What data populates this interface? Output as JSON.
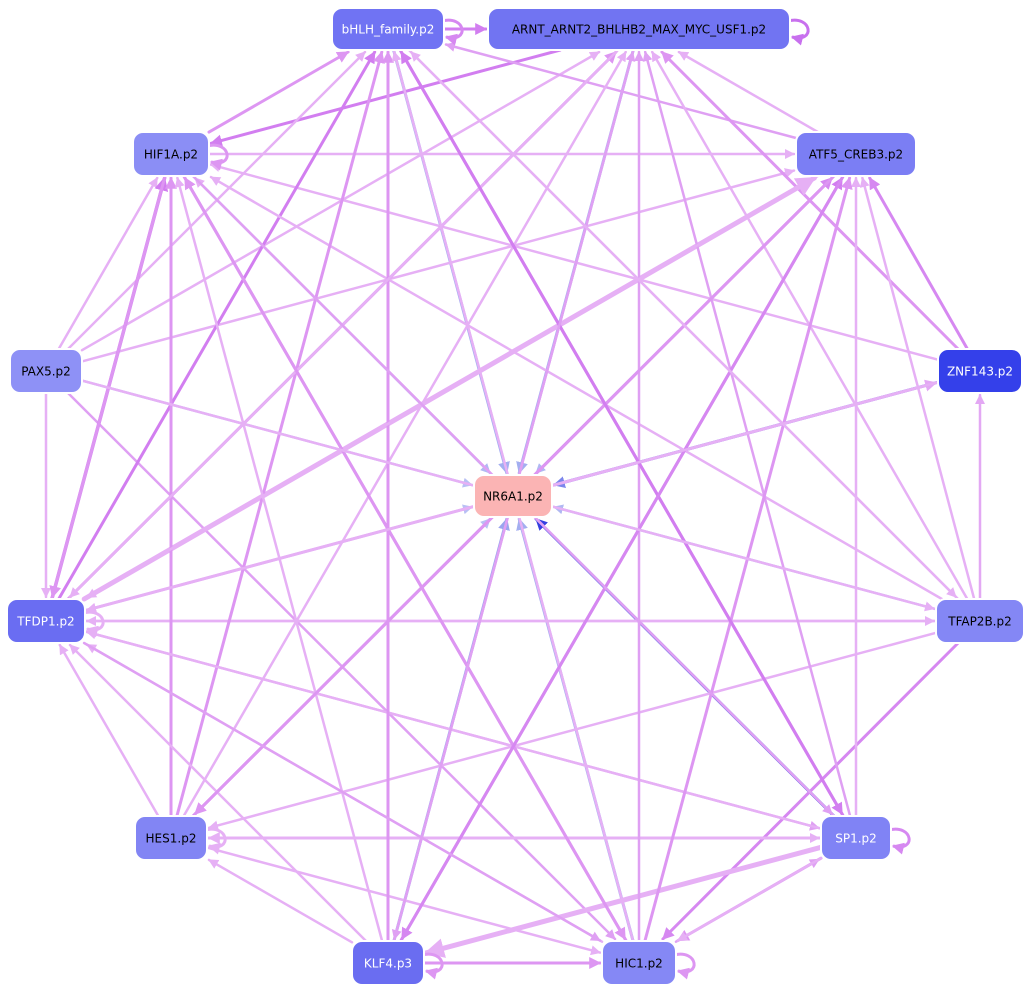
{
  "nodes": [
    {
      "id": "bhlh",
      "label": "bHLH_family.p2",
      "color": "#7073f3",
      "text": "#ffffff"
    },
    {
      "id": "arnt",
      "label": "ARNT_ARNT2_BHLHB2_MAX_MYC_USF1.p2",
      "color": "#7174f2",
      "text": "#000000"
    },
    {
      "id": "hif1a",
      "label": "HIF1A.p2",
      "color": "#8b8ef5",
      "text": "#000000"
    },
    {
      "id": "atf5",
      "label": "ATF5_CREB3.p2",
      "color": "#7b7ef4",
      "text": "#000000"
    },
    {
      "id": "pax5",
      "label": "PAX5.p2",
      "color": "#8e91f6",
      "text": "#000000"
    },
    {
      "id": "znf143",
      "label": "ZNF143.p2",
      "color": "#3440ea",
      "text": "#ffffff"
    },
    {
      "id": "nr6a1",
      "label": "NR6A1.p2",
      "color": "#fbb4b4",
      "text": "#000000"
    },
    {
      "id": "tfdp1",
      "label": "TFDP1.p2",
      "color": "#6a6df2",
      "text": "#ffffff"
    },
    {
      "id": "tfap2b",
      "label": "TFAP2B.p2",
      "color": "#8487f5",
      "text": "#000000"
    },
    {
      "id": "hes1",
      "label": "HES1.p2",
      "color": "#8285f4",
      "text": "#000000"
    },
    {
      "id": "sp1",
      "label": "SP1.p2",
      "color": "#8083f5",
      "text": "#ffffff"
    },
    {
      "id": "klf4",
      "label": "KLF4.p3",
      "color": "#6a6df1",
      "text": "#ffffff"
    },
    {
      "id": "hic1",
      "label": "HIC1.p2",
      "color": "#8588f5",
      "text": "#000000"
    }
  ],
  "edges": [
    {
      "s": "znf143",
      "t": "nr6a1",
      "c": "#7c86ec",
      "w": 3
    },
    {
      "s": "sp1",
      "t": "nr6a1",
      "c": "#3440e0",
      "w": 3
    },
    {
      "s": "pax5",
      "t": "nr6a1",
      "c": "#b8c0f4",
      "w": 2.5
    },
    {
      "s": "hif1a",
      "t": "nr6a1",
      "c": "#b0b8f2",
      "w": 2.5
    },
    {
      "s": "bhlh",
      "t": "nr6a1",
      "c": "#a3aef0",
      "w": 3
    },
    {
      "s": "arnt",
      "t": "nr6a1",
      "c": "#a3aef0",
      "w": 3
    },
    {
      "s": "atf5",
      "t": "nr6a1",
      "c": "#b0b8f2",
      "w": 2.5
    },
    {
      "s": "tfap2b",
      "t": "nr6a1",
      "c": "#b0b8f2",
      "w": 2.5
    },
    {
      "s": "tfdp1",
      "t": "nr6a1",
      "c": "#b8c0f4",
      "w": 2.5
    },
    {
      "s": "hes1",
      "t": "nr6a1",
      "c": "#b8c0f4",
      "w": 2.5
    },
    {
      "s": "klf4",
      "t": "nr6a1",
      "c": "#9aa5ee",
      "w": 3
    },
    {
      "s": "hic1",
      "t": "nr6a1",
      "c": "#a3aef0",
      "w": 3
    },
    {
      "s": "bhlh",
      "t": "arnt",
      "c": "#d27ef0",
      "w": 3
    },
    {
      "s": "arnt",
      "t": "hif1a",
      "c": "#d27ef0",
      "w": 3
    },
    {
      "s": "hif1a",
      "t": "bhlh",
      "c": "#dd96f2",
      "w": 3
    },
    {
      "s": "hif1a",
      "t": "atf5",
      "c": "#e6b0f5",
      "w": 2.5
    },
    {
      "s": "pax5",
      "t": "bhlh",
      "c": "#e6b0f5",
      "w": 2.5
    },
    {
      "s": "pax5",
      "t": "arnt",
      "c": "#e6b0f5",
      "w": 2.5
    },
    {
      "s": "pax5",
      "t": "atf5",
      "c": "#e6b0f5",
      "w": 2.5
    },
    {
      "s": "pax5",
      "t": "hif1a",
      "c": "#e6b0f5",
      "w": 2.5
    },
    {
      "s": "pax5",
      "t": "tfdp1",
      "c": "#e6b0f5",
      "w": 2.5
    },
    {
      "s": "pax5",
      "t": "hic1",
      "c": "#dfa0f3",
      "w": 2.5
    },
    {
      "s": "atf5",
      "t": "bhlh",
      "c": "#dfa0f3",
      "w": 2.5
    },
    {
      "s": "atf5",
      "t": "arnt",
      "c": "#e6b0f5",
      "w": 2.5
    },
    {
      "s": "znf143",
      "t": "atf5",
      "c": "#d688f1",
      "w": 3
    },
    {
      "s": "znf143",
      "t": "arnt",
      "c": "#dd96f2",
      "w": 3
    },
    {
      "s": "znf143",
      "t": "hif1a",
      "c": "#e6b0f5",
      "w": 2.5
    },
    {
      "s": "tfdp1",
      "t": "bhlh",
      "c": "#d27ef0",
      "w": 3
    },
    {
      "s": "tfdp1",
      "t": "hif1a",
      "c": "#d27ef0",
      "w": 3.5
    },
    {
      "s": "tfdp1",
      "t": "arnt",
      "c": "#dd96f2",
      "w": 3
    },
    {
      "s": "tfdp1",
      "t": "atf5",
      "c": "#e6b0f5",
      "w": 5
    },
    {
      "s": "tfdp1",
      "t": "znf143",
      "c": "#e3a8f4",
      "w": 3
    },
    {
      "s": "tfdp1",
      "t": "tfap2b",
      "c": "#e6b0f5",
      "w": 2.5
    },
    {
      "s": "tfdp1",
      "t": "sp1",
      "c": "#dfa0f3",
      "w": 2.5
    },
    {
      "s": "tfap2b",
      "t": "atf5",
      "c": "#e6b0f5",
      "w": 2.5
    },
    {
      "s": "tfap2b",
      "t": "znf143",
      "c": "#e3a8f4",
      "w": 2.5
    },
    {
      "s": "tfap2b",
      "t": "arnt",
      "c": "#e6b0f5",
      "w": 2.5
    },
    {
      "s": "tfap2b",
      "t": "hif1a",
      "c": "#e6b0f5",
      "w": 2.5
    },
    {
      "s": "tfap2b",
      "t": "tfdp1",
      "c": "#e6b0f5",
      "w": 2.5
    },
    {
      "s": "tfap2b",
      "t": "hic1",
      "c": "#d688f1",
      "w": 3
    },
    {
      "s": "tfap2b",
      "t": "hes1",
      "c": "#e6b0f5",
      "w": 2.5
    },
    {
      "s": "hes1",
      "t": "hif1a",
      "c": "#dd96f2",
      "w": 3
    },
    {
      "s": "hes1",
      "t": "bhlh",
      "c": "#dd96f2",
      "w": 3
    },
    {
      "s": "hes1",
      "t": "arnt",
      "c": "#e6b0f5",
      "w": 2.5
    },
    {
      "s": "hes1",
      "t": "atf5",
      "c": "#d688f1",
      "w": 3
    },
    {
      "s": "hes1",
      "t": "tfdp1",
      "c": "#e6b0f5",
      "w": 2.5
    },
    {
      "s": "hes1",
      "t": "sp1",
      "c": "#e6b0f5",
      "w": 2.5
    },
    {
      "s": "hes1",
      "t": "hic1",
      "c": "#e6b0f5",
      "w": 2.5
    },
    {
      "s": "sp1",
      "t": "atf5",
      "c": "#e6b0f5",
      "w": 2.5
    },
    {
      "s": "sp1",
      "t": "arnt",
      "c": "#dfa0f3",
      "w": 2.5
    },
    {
      "s": "sp1",
      "t": "bhlh",
      "c": "#d27ef0",
      "w": 3
    },
    {
      "s": "sp1",
      "t": "hif1a",
      "c": "#e6b0f5",
      "w": 2.5
    },
    {
      "s": "sp1",
      "t": "tfdp1",
      "c": "#e6b0f5",
      "w": 2.5
    },
    {
      "s": "sp1",
      "t": "hic1",
      "c": "#dd96f2",
      "w": 3
    },
    {
      "s": "sp1",
      "t": "klf4",
      "c": "#e6b0f5",
      "w": 5
    },
    {
      "s": "sp1",
      "t": "hes1",
      "c": "#e6b0f5",
      "w": 3
    },
    {
      "s": "klf4",
      "t": "tfdp1",
      "c": "#e6b0f5",
      "w": 2.5
    },
    {
      "s": "klf4",
      "t": "hif1a",
      "c": "#e6b0f5",
      "w": 2.5
    },
    {
      "s": "klf4",
      "t": "bhlh",
      "c": "#dd96f2",
      "w": 3
    },
    {
      "s": "klf4",
      "t": "arnt",
      "c": "#dfa0f3",
      "w": 2.5
    },
    {
      "s": "klf4",
      "t": "atf5",
      "c": "#d27ef0",
      "w": 3
    },
    {
      "s": "klf4",
      "t": "hic1",
      "c": "#dd96f2",
      "w": 3
    },
    {
      "s": "klf4",
      "t": "hes1",
      "c": "#e6b0f5",
      "w": 2.5
    },
    {
      "s": "hic1",
      "t": "tfdp1",
      "c": "#e6b0f5",
      "w": 2.5
    },
    {
      "s": "hic1",
      "t": "hif1a",
      "c": "#dd96f2",
      "w": 3
    },
    {
      "s": "hic1",
      "t": "bhlh",
      "c": "#e6b0f5",
      "w": 2.5
    },
    {
      "s": "hic1",
      "t": "arnt",
      "c": "#dfa0f3",
      "w": 2.5
    },
    {
      "s": "hic1",
      "t": "atf5",
      "c": "#dd96f2",
      "w": 3
    },
    {
      "s": "hic1",
      "t": "sp1",
      "c": "#dfa0f3",
      "w": 2.5
    },
    {
      "s": "atf5",
      "t": "tfdp1",
      "c": "#e6b0f5",
      "w": 2.5
    },
    {
      "s": "atf5",
      "t": "hes1",
      "c": "#dd96f2",
      "w": 3
    },
    {
      "s": "arnt",
      "t": "tfdp1",
      "c": "#e6b0f5",
      "w": 2.5
    },
    {
      "s": "bhlh",
      "t": "sp1",
      "c": "#d27ef0",
      "w": 3
    },
    {
      "s": "hif1a",
      "t": "hic1",
      "c": "#dd96f2",
      "w": 3
    },
    {
      "s": "hif1a",
      "t": "tfdp1",
      "c": "#dd96f2",
      "w": 3
    },
    {
      "s": "arnt",
      "t": "klf4",
      "c": "#dfa0f3",
      "w": 2.5
    },
    {
      "s": "atf5",
      "t": "klf4",
      "c": "#d688f1",
      "w": 3
    },
    {
      "s": "pax5",
      "t": "tfap2b",
      "c": "#e6b0f5",
      "w": 2.5
    },
    {
      "s": "znf143",
      "t": "tfdp1",
      "c": "#e6b0f5",
      "w": 2.5
    },
    {
      "s": "tfdp1",
      "t": "hic1",
      "c": "#dfa0f3",
      "w": 2.5
    },
    {
      "s": "bhlh",
      "t": "tfap2b",
      "c": "#e6b0f5",
      "w": 2.5
    },
    {
      "s": "hif1a",
      "t": "sp1",
      "c": "#dfa0f3",
      "w": 2.5
    },
    {
      "s": "tfap2b",
      "t": "bhlh",
      "c": "#e6b0f5",
      "w": 2.5
    },
    {
      "s": "sp1",
      "t": "hic1",
      "c": "#e6b0f5",
      "w": 2.5
    }
  ],
  "self_loops": [
    {
      "n": "bhlh",
      "c": "#d688f1",
      "side": "right"
    },
    {
      "n": "arnt",
      "c": "#c870ee",
      "side": "right"
    },
    {
      "n": "hif1a",
      "c": "#dd96f2",
      "side": "right"
    },
    {
      "n": "tfdp1",
      "c": "#e6b0f5",
      "side": "right"
    },
    {
      "n": "hes1",
      "c": "#e6b0f5",
      "side": "right"
    },
    {
      "n": "sp1",
      "c": "#d688f1",
      "side": "right"
    },
    {
      "n": "klf4",
      "c": "#dd96f2",
      "side": "right"
    },
    {
      "n": "hic1",
      "c": "#dd96f2",
      "side": "right"
    }
  ]
}
